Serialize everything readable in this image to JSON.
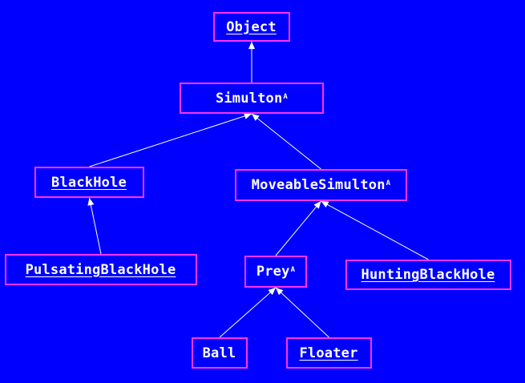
{
  "diagram": {
    "colors": {
      "background": "#0000ff",
      "border": "#ff33ff",
      "text": "#ffffff",
      "edge": "#ffffff"
    },
    "nodes": [
      {
        "id": "object",
        "label": "Object",
        "underline": true,
        "marker": ""
      },
      {
        "id": "simulton",
        "label": "Simulton",
        "underline": false,
        "marker": "A"
      },
      {
        "id": "blackhole",
        "label": "BlackHole",
        "underline": true,
        "marker": ""
      },
      {
        "id": "moveablesimulton",
        "label": "MoveableSimulton",
        "underline": false,
        "marker": "A"
      },
      {
        "id": "pulsatingblackhole",
        "label": "PulsatingBlackHole",
        "underline": true,
        "marker": ""
      },
      {
        "id": "prey",
        "label": "Prey",
        "underline": false,
        "marker": "A"
      },
      {
        "id": "huntingblackhole",
        "label": "HuntingBlackHole",
        "underline": true,
        "marker": ""
      },
      {
        "id": "ball",
        "label": "Ball",
        "underline": false,
        "marker": ""
      },
      {
        "id": "floater",
        "label": "Floater",
        "underline": true,
        "marker": ""
      }
    ],
    "edges": [
      {
        "from": "simulton",
        "to": "object"
      },
      {
        "from": "blackhole",
        "to": "simulton"
      },
      {
        "from": "moveablesimulton",
        "to": "simulton"
      },
      {
        "from": "pulsatingblackhole",
        "to": "blackhole"
      },
      {
        "from": "prey",
        "to": "moveablesimulton"
      },
      {
        "from": "huntingblackhole",
        "to": "moveablesimulton"
      },
      {
        "from": "ball",
        "to": "prey"
      },
      {
        "from": "floater",
        "to": "prey"
      }
    ]
  }
}
